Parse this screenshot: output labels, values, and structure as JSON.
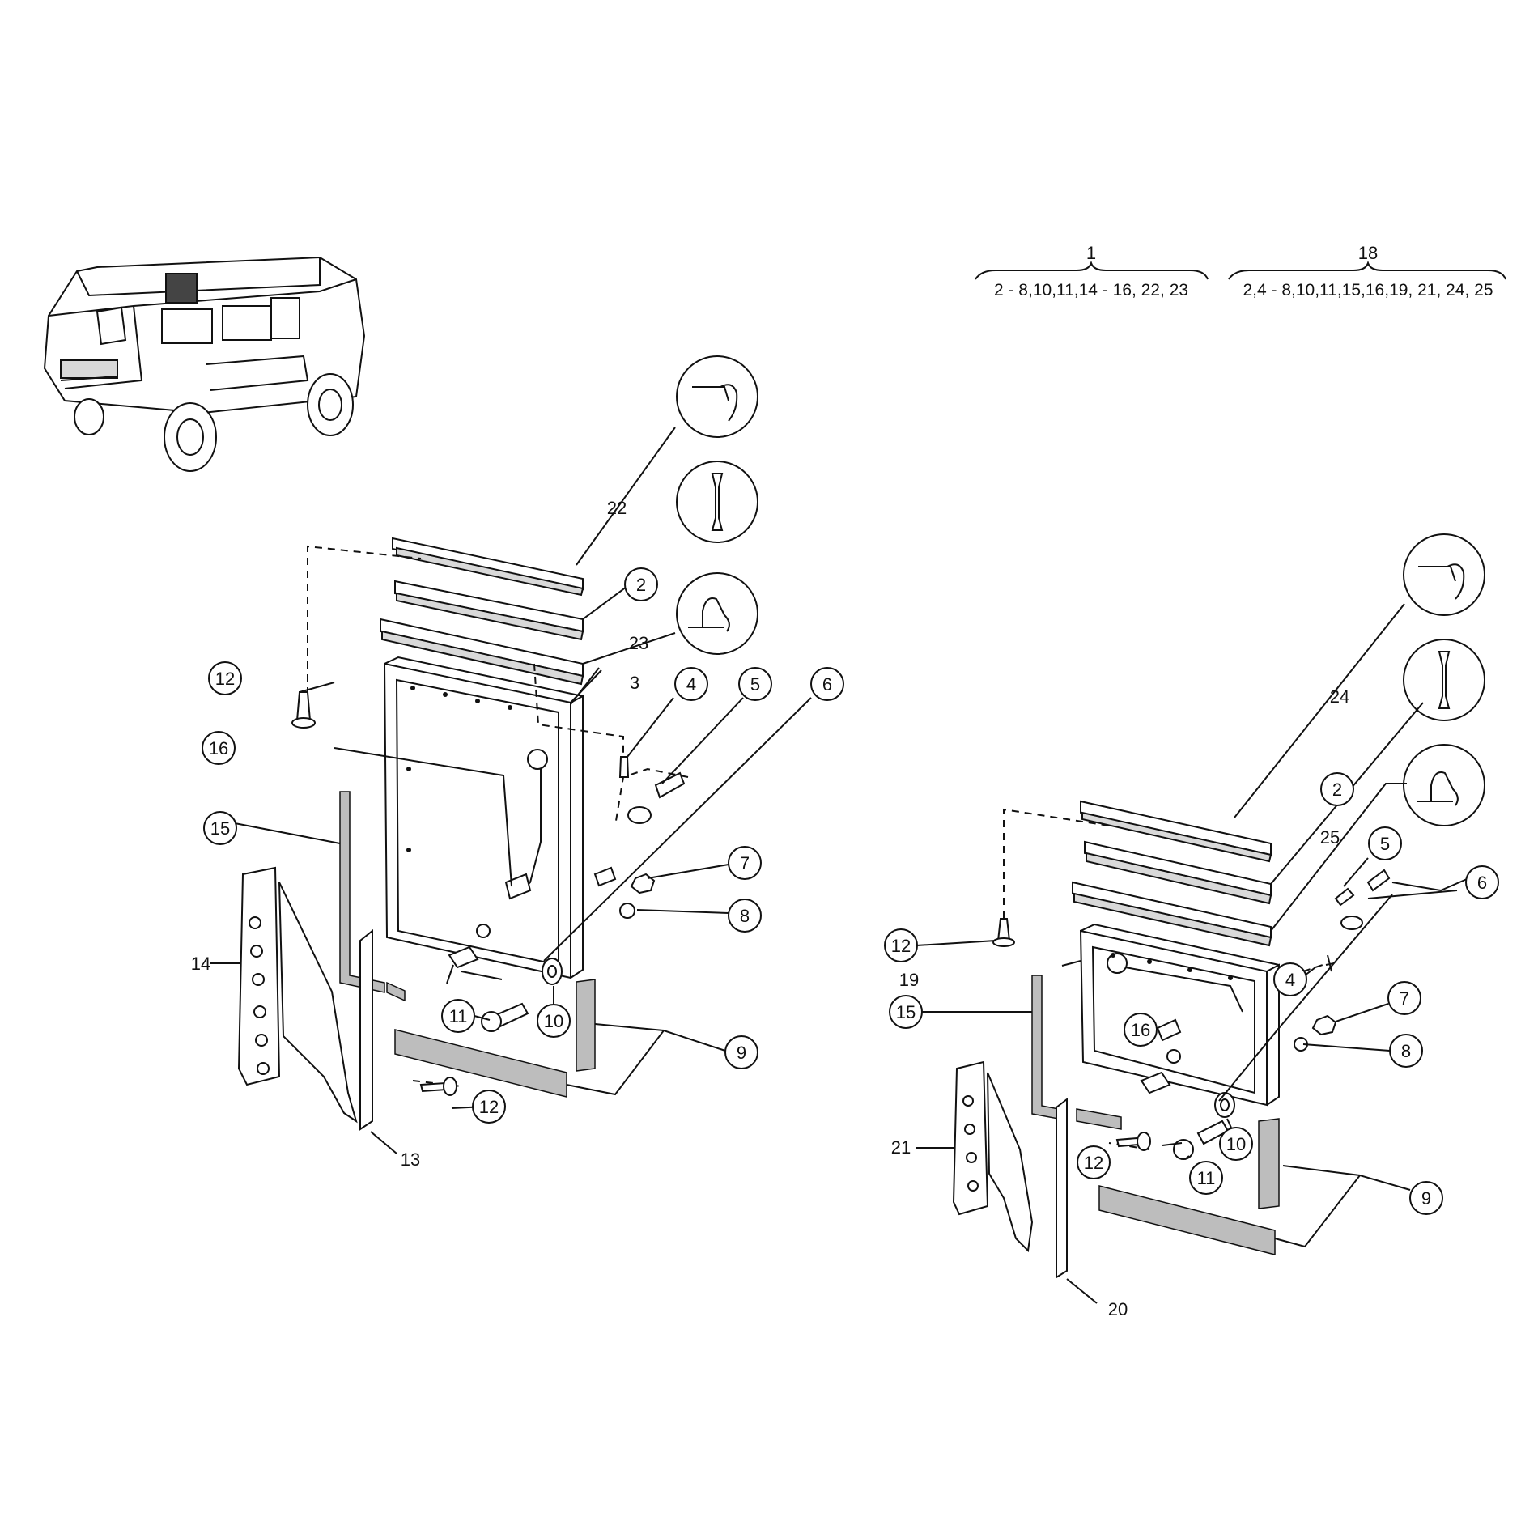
{
  "kits": [
    {
      "title": "1",
      "range": "2 - 8,10,11,14 - 16, 22, 23"
    },
    {
      "title": "18",
      "range": "2,4 - 8,10,11,15,16,19, 21, 24, 25"
    }
  ],
  "left_assembly": {
    "callouts": [
      "22",
      "2",
      "23",
      "12",
      "16",
      "4",
      "5",
      "6",
      "15",
      "7",
      "8",
      "11",
      "10",
      "9",
      "12"
    ],
    "labels": [
      "3",
      "14",
      "13"
    ]
  },
  "right_assembly": {
    "callouts": [
      "24",
      "2",
      "25",
      "5",
      "6",
      "12",
      "4",
      "15",
      "7",
      "16",
      "8",
      "10",
      "12",
      "11",
      "9"
    ],
    "labels": [
      "19",
      "21",
      "20"
    ]
  }
}
